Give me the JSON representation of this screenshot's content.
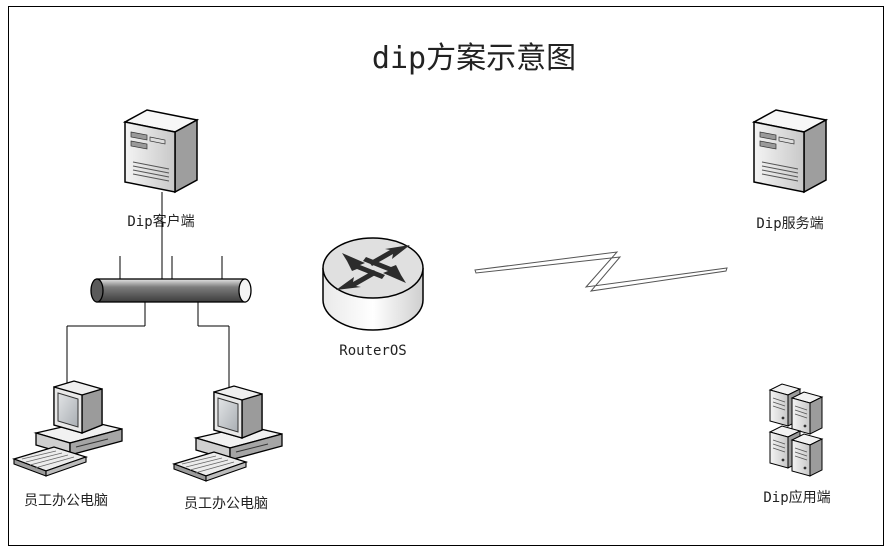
{
  "title": "dip方案示意图",
  "nodes": {
    "client": "Dip客户端",
    "router": "RouterOS",
    "server": "Dip服务端",
    "app": "Dip应用端",
    "pc1": "员工办公电脑",
    "pc2": "员工办公电脑"
  },
  "colors": {
    "line": "#000000",
    "device_light": "#efefef",
    "device_dark": "#9a9a9a",
    "screen": "#bfc3c6"
  }
}
